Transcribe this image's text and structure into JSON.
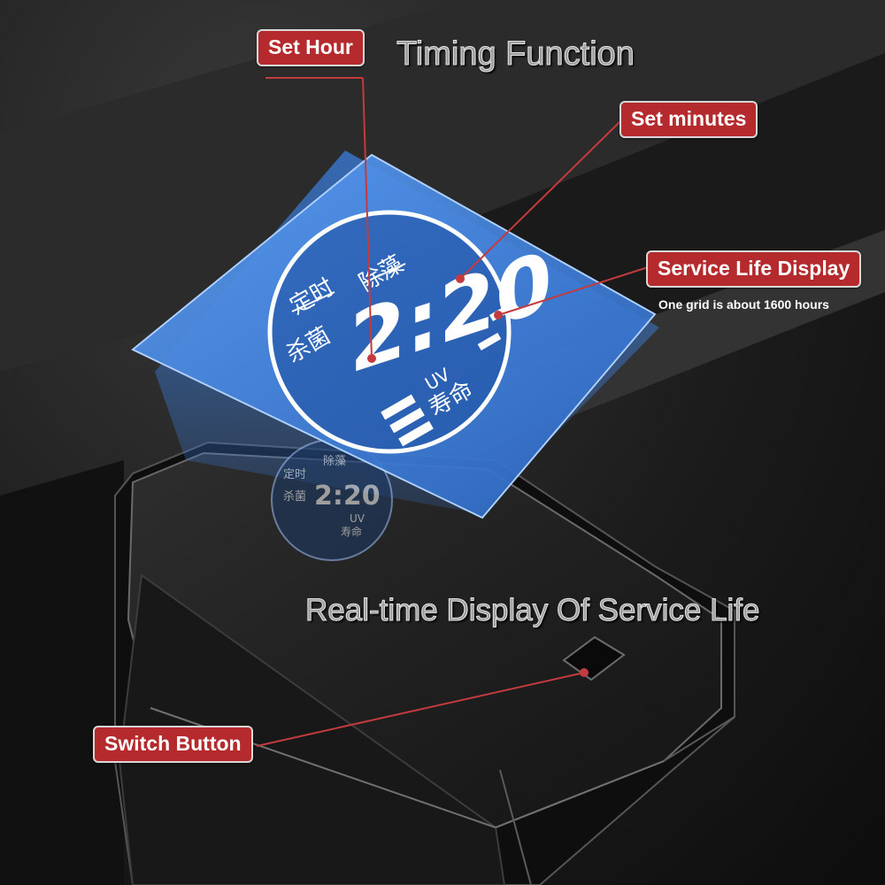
{
  "headings": {
    "timing": "Timing Function",
    "realtime": "Real-time Display Of Service Life"
  },
  "callouts": {
    "set_hour": "Set Hour",
    "set_minutes": "Set minutes",
    "service_life": "Service Life Display",
    "service_life_note": "One grid is about 1600 hours",
    "switch_button": "Switch Button"
  },
  "display": {
    "label_timing": "定时",
    "label_algae": "除藻",
    "label_sterilize": "杀菌",
    "label_uv": "UV",
    "label_life": "寿命",
    "digits": "2:20"
  },
  "colors": {
    "callout_bg": "#b42a2d",
    "lcd_panel": "#3d7fd9",
    "lcd_glow": "#ffffff"
  }
}
